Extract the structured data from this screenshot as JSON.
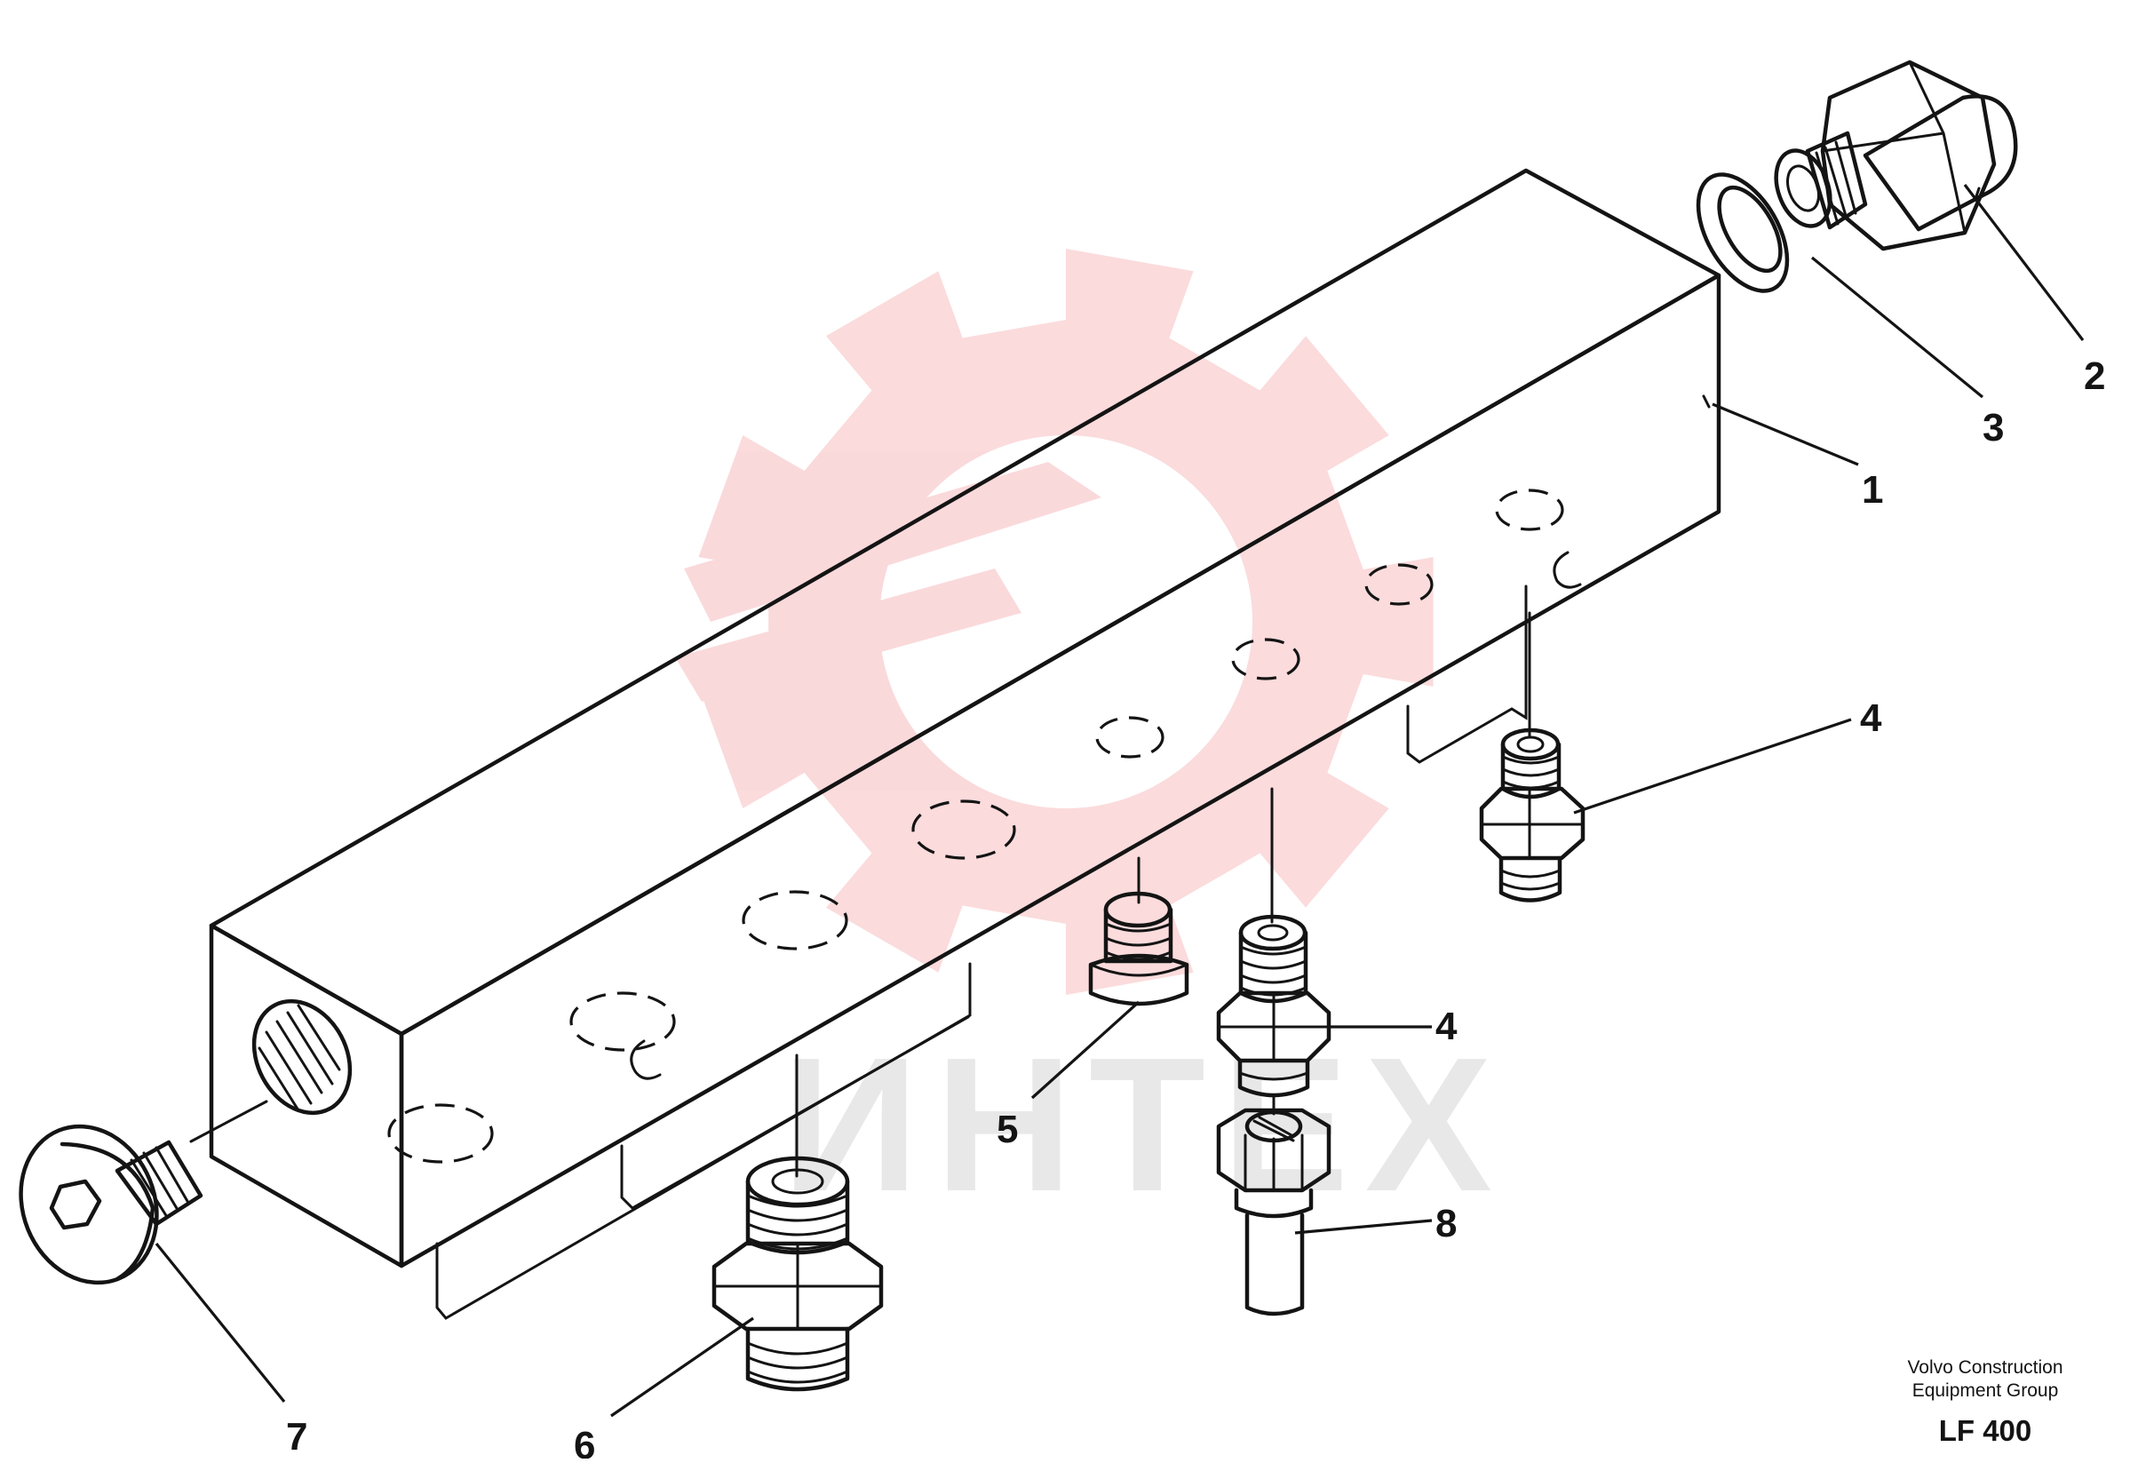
{
  "colors": {
    "line": "#141414",
    "watermark": "#e8353b",
    "watermark_text": "#bfbfbf"
  },
  "watermark": {
    "text": "ИНТЕХ",
    "icon": "gear-emblem"
  },
  "callouts": {
    "c1": "1",
    "c2": "2",
    "c3": "3",
    "c4a": "4",
    "c4b": "4",
    "c5": "5",
    "c6": "6",
    "c7": "7",
    "c8": "8"
  },
  "caption": {
    "line1": "Volvo Construction",
    "line2": "Equipment Group",
    "code": "LF 400"
  }
}
